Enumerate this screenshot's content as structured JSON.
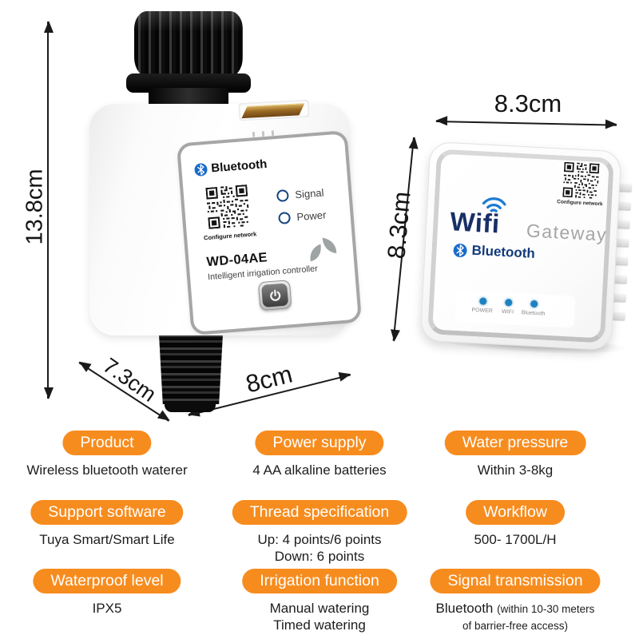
{
  "colors": {
    "accent_orange": "#F78C1E",
    "logo_navy": "#182F66",
    "bluetooth_blue": "#1A6BC8",
    "led_blue": "#1F82C0",
    "annotation_black": "#141414"
  },
  "dimensions": {
    "device_height": "13.8cm",
    "device_depth": "7.3cm",
    "device_width": "8cm",
    "gateway_width": "8.3cm",
    "gateway_height": "8.3cm"
  },
  "device": {
    "bluetooth": "Bluetooth",
    "configure_network": "Configure network",
    "signal": "Signal",
    "power": "Power",
    "model": "WD-04AE",
    "subtitle": "Intelligent irrigation controller"
  },
  "gateway": {
    "wifi": "Wifi",
    "name": "Gateway",
    "bluetooth": "Bluetooth",
    "configure_network": "Configure network",
    "led_labels": [
      "POWER",
      "WIFI",
      "Bluetooth"
    ]
  },
  "specs": [
    {
      "label": "Product",
      "lines": [
        "Wireless bluetooth waterer"
      ]
    },
    {
      "label": "Power supply",
      "lines": [
        "4 AA alkaline batteries"
      ]
    },
    {
      "label": "Water pressure",
      "lines": [
        "Within 3-8kg"
      ]
    },
    {
      "label": "Support software",
      "lines": [
        "Tuya Smart/Smart Life"
      ]
    },
    {
      "label": "Thread specification",
      "lines": [
        "Up: 4 points/6 points",
        "Down: 6 points"
      ]
    },
    {
      "label": "Workflow",
      "lines": [
        "500- 1700L/H"
      ]
    },
    {
      "label": "Waterproof level",
      "lines": [
        "IPX5"
      ]
    },
    {
      "label": "Irrigation function",
      "lines": [
        "Manual watering",
        "Timed watering"
      ]
    },
    {
      "label": "Signal transmission",
      "main": "Bluetooth",
      "note_lines": [
        "(within 10-30 meters",
        "of barrier-free access)"
      ]
    }
  ]
}
